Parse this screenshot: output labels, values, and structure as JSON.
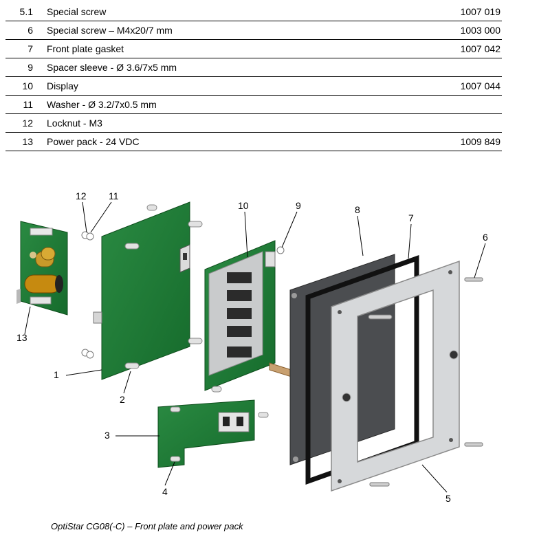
{
  "parts_table": {
    "rows": [
      {
        "pos": "5.1",
        "description": "Special screw",
        "article": "1007 019"
      },
      {
        "pos": "6",
        "description": "Special screw – M4x20/7 mm",
        "article": "1003 000"
      },
      {
        "pos": "7",
        "description": "Front plate gasket",
        "article": "1007 042"
      },
      {
        "pos": "9",
        "description": "Spacer sleeve - Ø 3.6/7x5 mm",
        "article": ""
      },
      {
        "pos": "10",
        "description": "Display",
        "article": "1007 044"
      },
      {
        "pos": "11",
        "description": "Washer - Ø 3.2/7x0.5 mm",
        "article": ""
      },
      {
        "pos": "12",
        "description": "Locknut - M3",
        "article": ""
      },
      {
        "pos": "13",
        "description": "Power pack - 24 VDC",
        "article": "1009 849"
      }
    ]
  },
  "callouts": {
    "c1": "1",
    "c2": "2",
    "c3": "3",
    "c4": "4",
    "c5": "5",
    "c6": "6",
    "c7": "7",
    "c8": "8",
    "c9": "9",
    "c10": "10",
    "c11": "11",
    "c12": "12",
    "c13": "13"
  },
  "caption": "OptiStar CG08(-C) – Front plate and power pack",
  "colors": {
    "pcb": "#1f7a35",
    "pcb_dark": "#145a26",
    "frame": "#cfd1d3",
    "front_plate": "#4b4d50",
    "gasket": "#111111",
    "display": "#c9cbcc"
  }
}
